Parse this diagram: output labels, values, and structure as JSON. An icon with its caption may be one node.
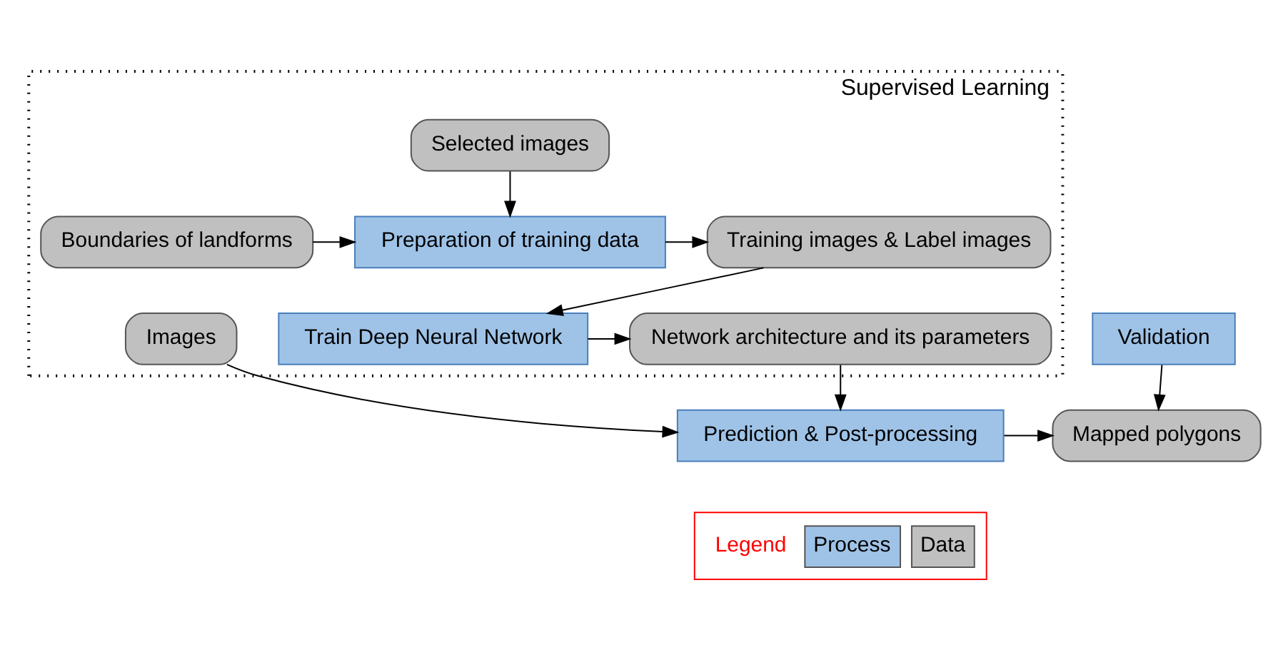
{
  "diagram": {
    "nodes": [
      {
        "text": [
          "Supervised Learning"
        ]
      },
      {
        "text": [
          "Boundaries of landforms"
        ],
        "in": 0
      },
      {
        "text": [
          "Selected images"
        ],
        "in": 0
      },
      {
        "text": [
          "Preparation of training data"
        ],
        "in": 0
      },
      {
        "text": [
          "Training images & Label images"
        ],
        "in": 0
      },
      {
        "text": [
          "Train Deep Neural Network"
        ],
        "in": 0
      },
      {
        "text": [
          "Network architecture and its parameters"
        ],
        "in": 0
      },
      {
        "text": [
          "Images"
        ],
        "in": 0
      },
      {
        "text": [
          "Prediction & Post-processing"
        ]
      },
      {
        "text": [
          "Mapped polygons"
        ]
      },
      {
        "text": [
          "Validation"
        ]
      }
    ],
    "edges": [
      {
        "from": 1,
        "to": 3,
        "arrow": "to"
      },
      {
        "from": 2,
        "to": 3,
        "arrow": "to"
      },
      {
        "from": 3,
        "to": 4,
        "arrow": "to"
      },
      {
        "from": 4,
        "to": 5,
        "arrow": "to"
      },
      {
        "from": 5,
        "to": 6,
        "arrow": "to"
      },
      {
        "from": 7,
        "to": 8,
        "arrow": "to"
      },
      {
        "from": 6,
        "to": 8,
        "arrow": "to"
      },
      {
        "from": 8,
        "to": 9,
        "arrow": "to"
      },
      {
        "from": 10,
        "to": 9,
        "arrow": "to"
      }
    ],
    "labels": [
      "Legend"
    ],
    "legend": [
      {
        "text": "Process",
        "color": "#9fc3e7"
      },
      {
        "text": "Data",
        "color": "#c0c0c0"
      }
    ]
  }
}
